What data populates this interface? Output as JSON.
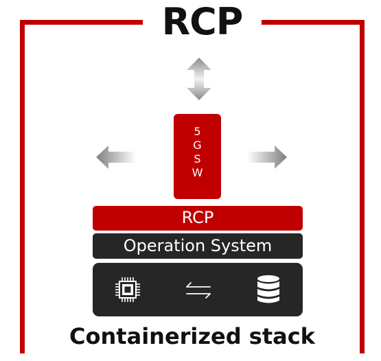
{
  "title": "RCP",
  "sw_box": {
    "letters": [
      "5",
      "G",
      "S",
      "W"
    ]
  },
  "layers": {
    "rcp": "RCP",
    "os": "Operation System"
  },
  "icons": {
    "left": "cpu-chip-icon",
    "middle": "exchange-arrows-icon",
    "right": "database-icon"
  },
  "caption": "Containerized stack",
  "colors": {
    "accent_red": "#c00000",
    "dark": "#262626",
    "arrow_gray": "#7f7f7f"
  }
}
